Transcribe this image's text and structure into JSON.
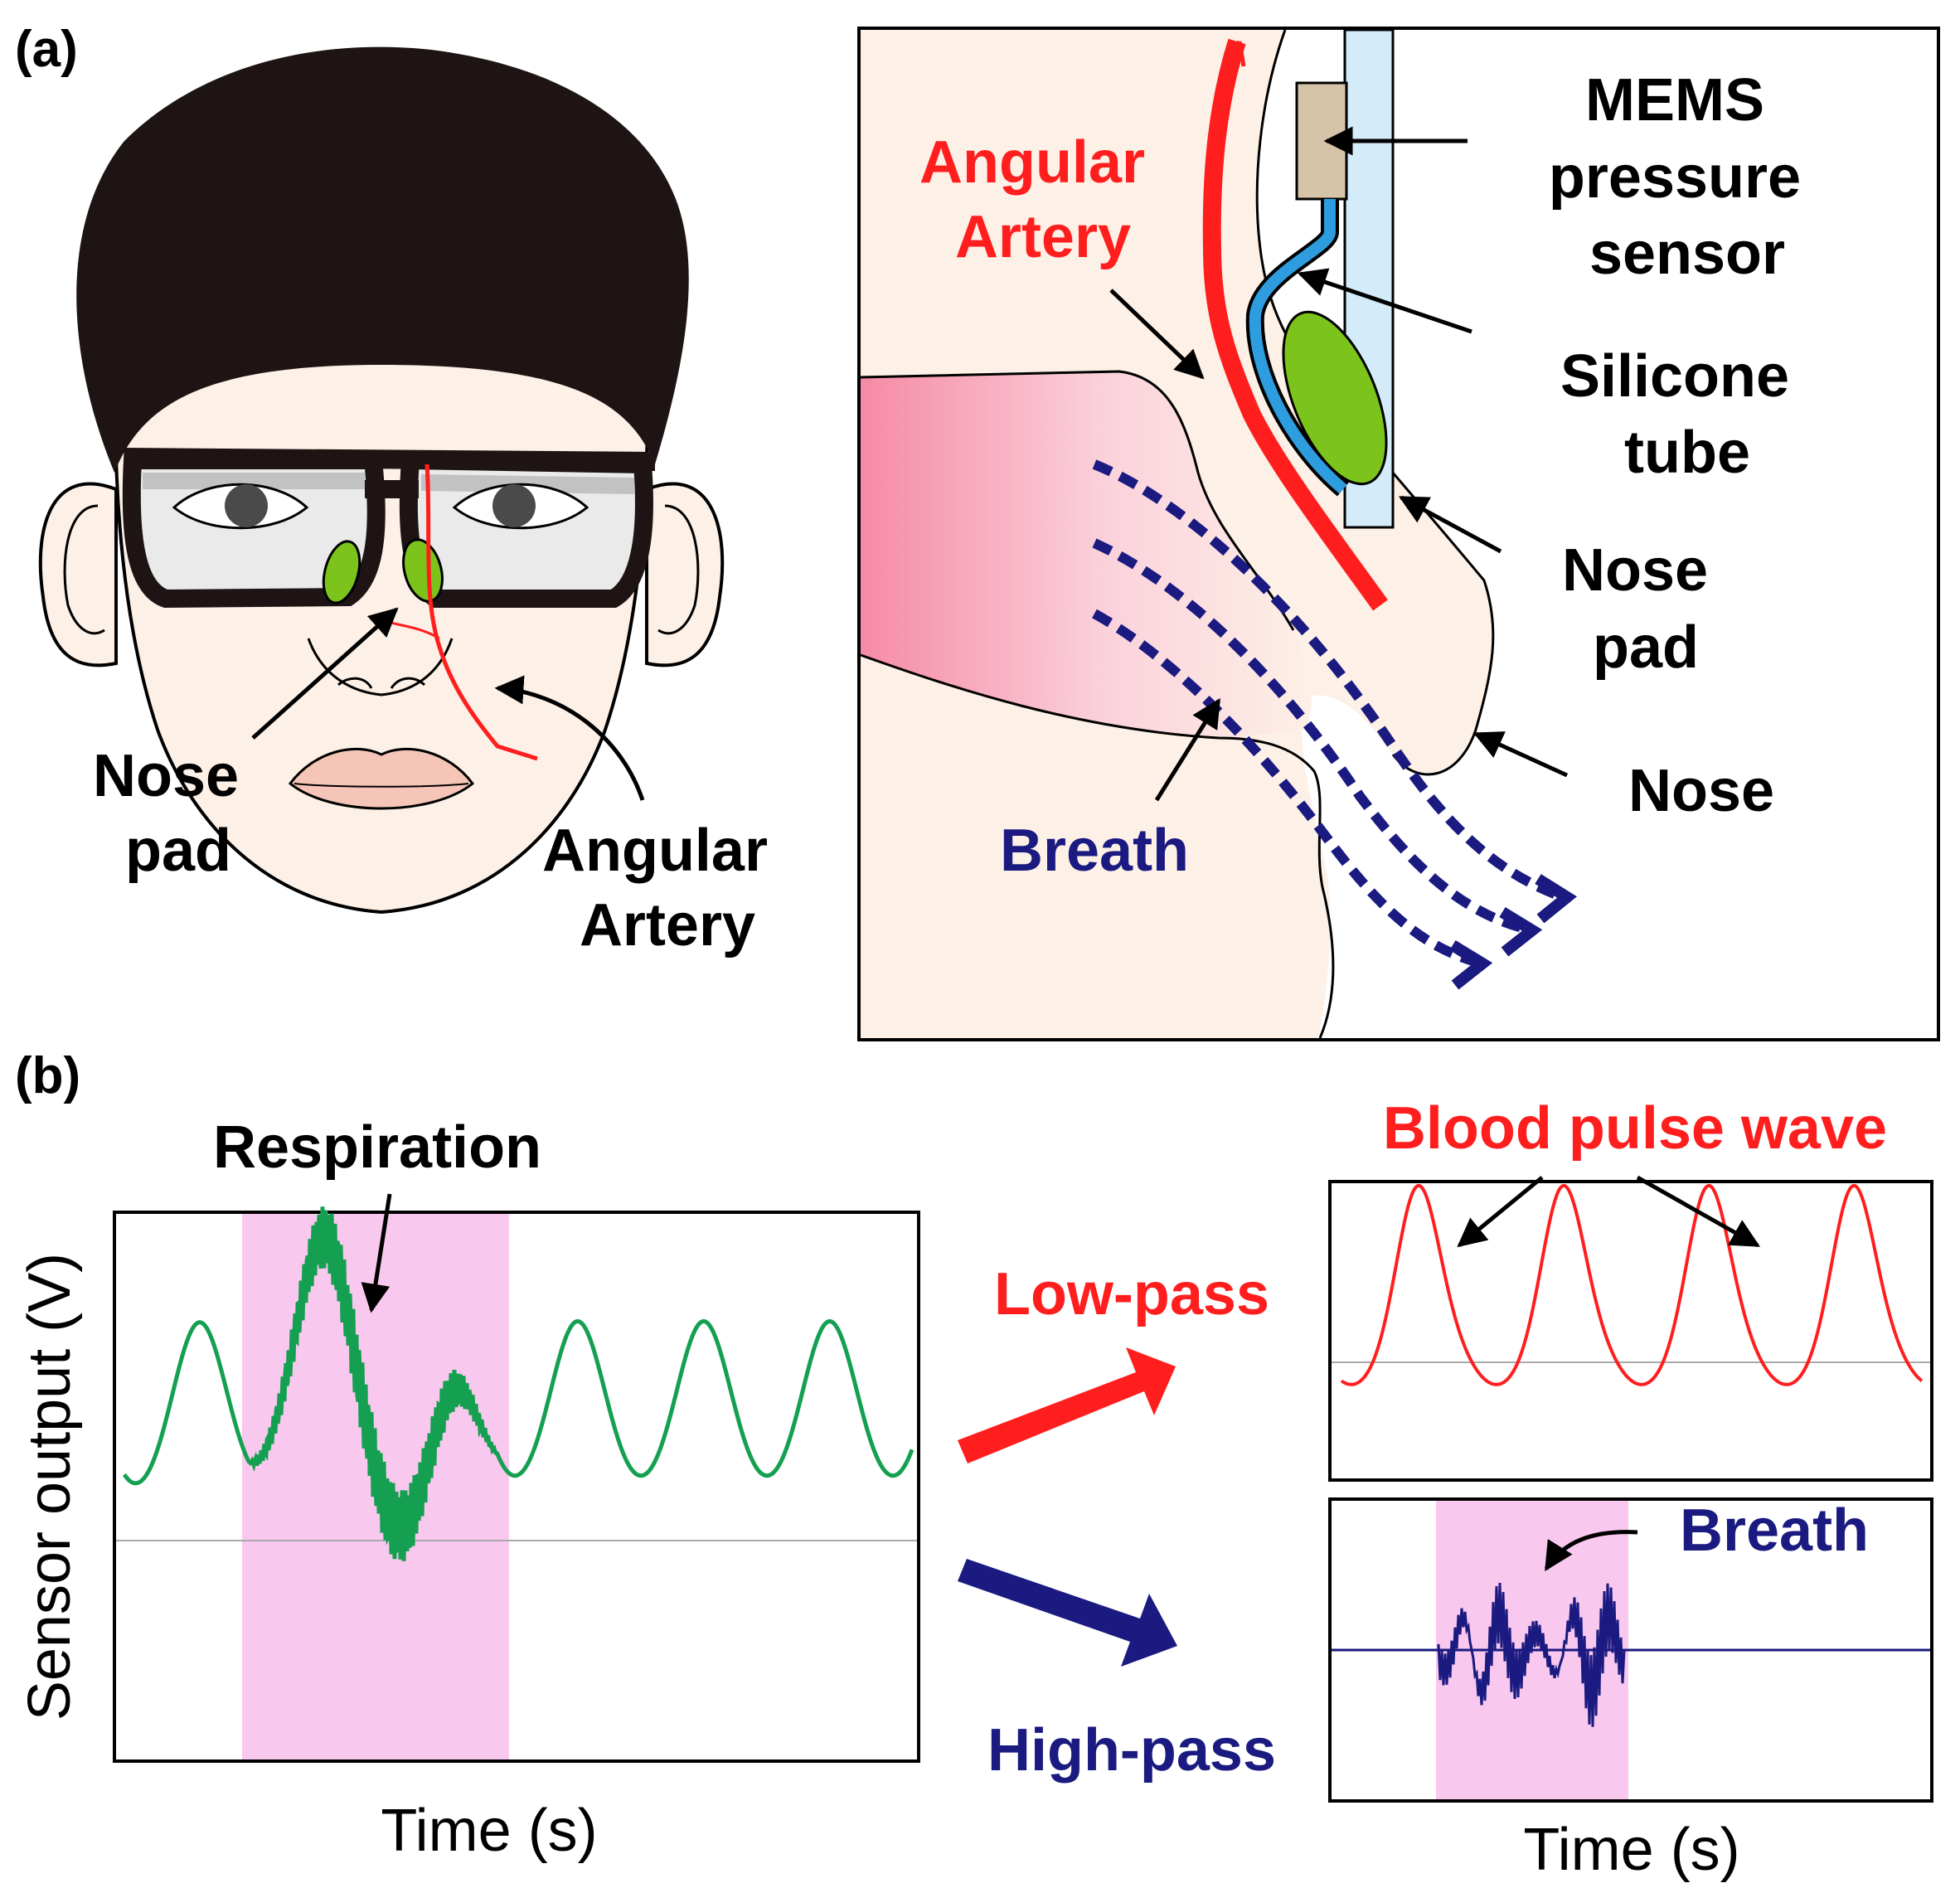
{
  "panel_a": {
    "label": "(a)",
    "face": {
      "nose_pad": [
        "Nose",
        "pad"
      ],
      "angular_artery": [
        "Angular",
        "Artery"
      ]
    },
    "cross_section": {
      "angular_artery": [
        "Angular",
        "Artery"
      ],
      "mems": [
        "MEMS",
        "pressure",
        "sensor"
      ],
      "silicone": [
        "Silicone",
        "tube"
      ],
      "nose_pad": [
        "Nose",
        "pad"
      ],
      "nose": "Nose",
      "breath": "Breath"
    }
  },
  "panel_b": {
    "label": "(b)",
    "respiration": "Respiration",
    "low_pass": "Low-pass",
    "high_pass": "High-pass",
    "blood_pulse_wave": "Blood pulse wave",
    "breath": "Breath",
    "ylabel": "Sensor output (V)",
    "xlabel": "Time (s)",
    "xlabel_right": "Time (s)"
  },
  "colors": {
    "red": "#ff1e1e",
    "navy": "#1a1a80",
    "green": "#14a050",
    "pink": "#f9c8ef",
    "skin": "#fdf0e6",
    "hair": "#1e1414",
    "pad_green": "#7cc41c",
    "tube_blue": "#2e9de0"
  }
}
